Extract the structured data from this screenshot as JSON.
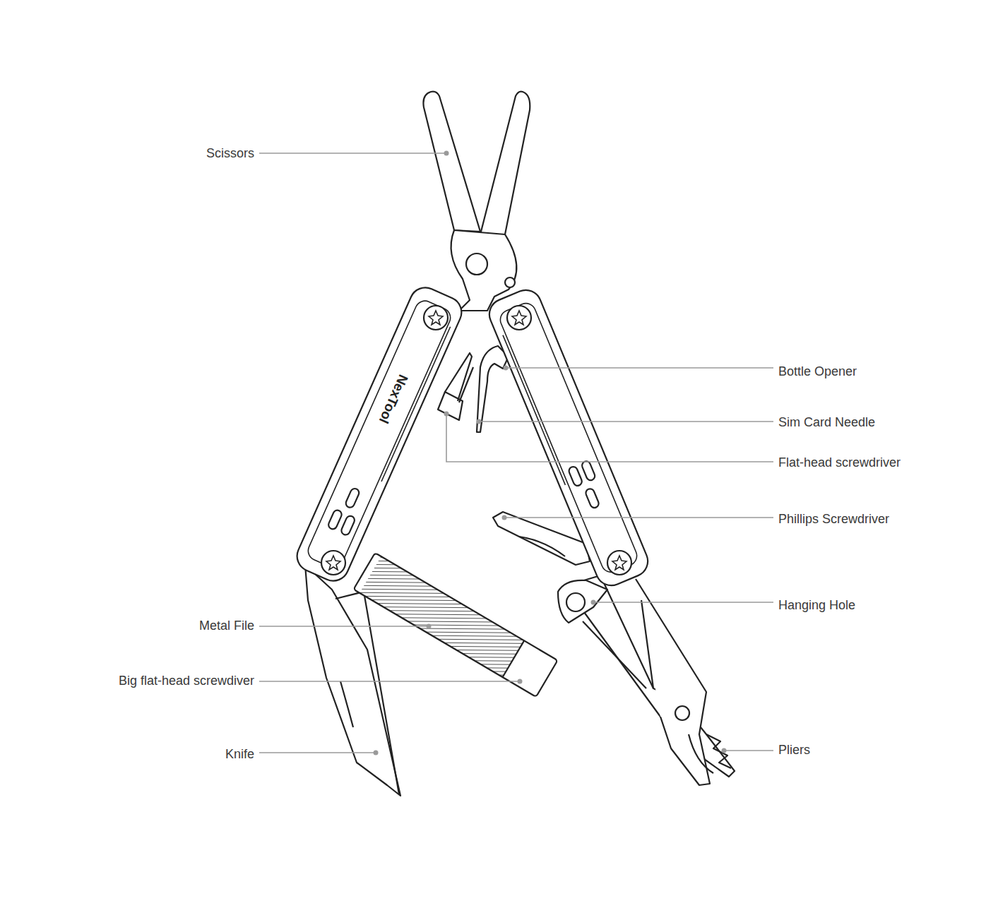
{
  "diagram": {
    "labels": [
      "Scissors",
      "Bottle Opener",
      "Sim Card Needle",
      "Flat-head screwdriver",
      "Phillips Screwdriver",
      "Hanging Hole",
      "Metal File",
      "Big flat-head screwdiver",
      "Knife",
      "Pliers",
      "NexTool"
    ]
  }
}
